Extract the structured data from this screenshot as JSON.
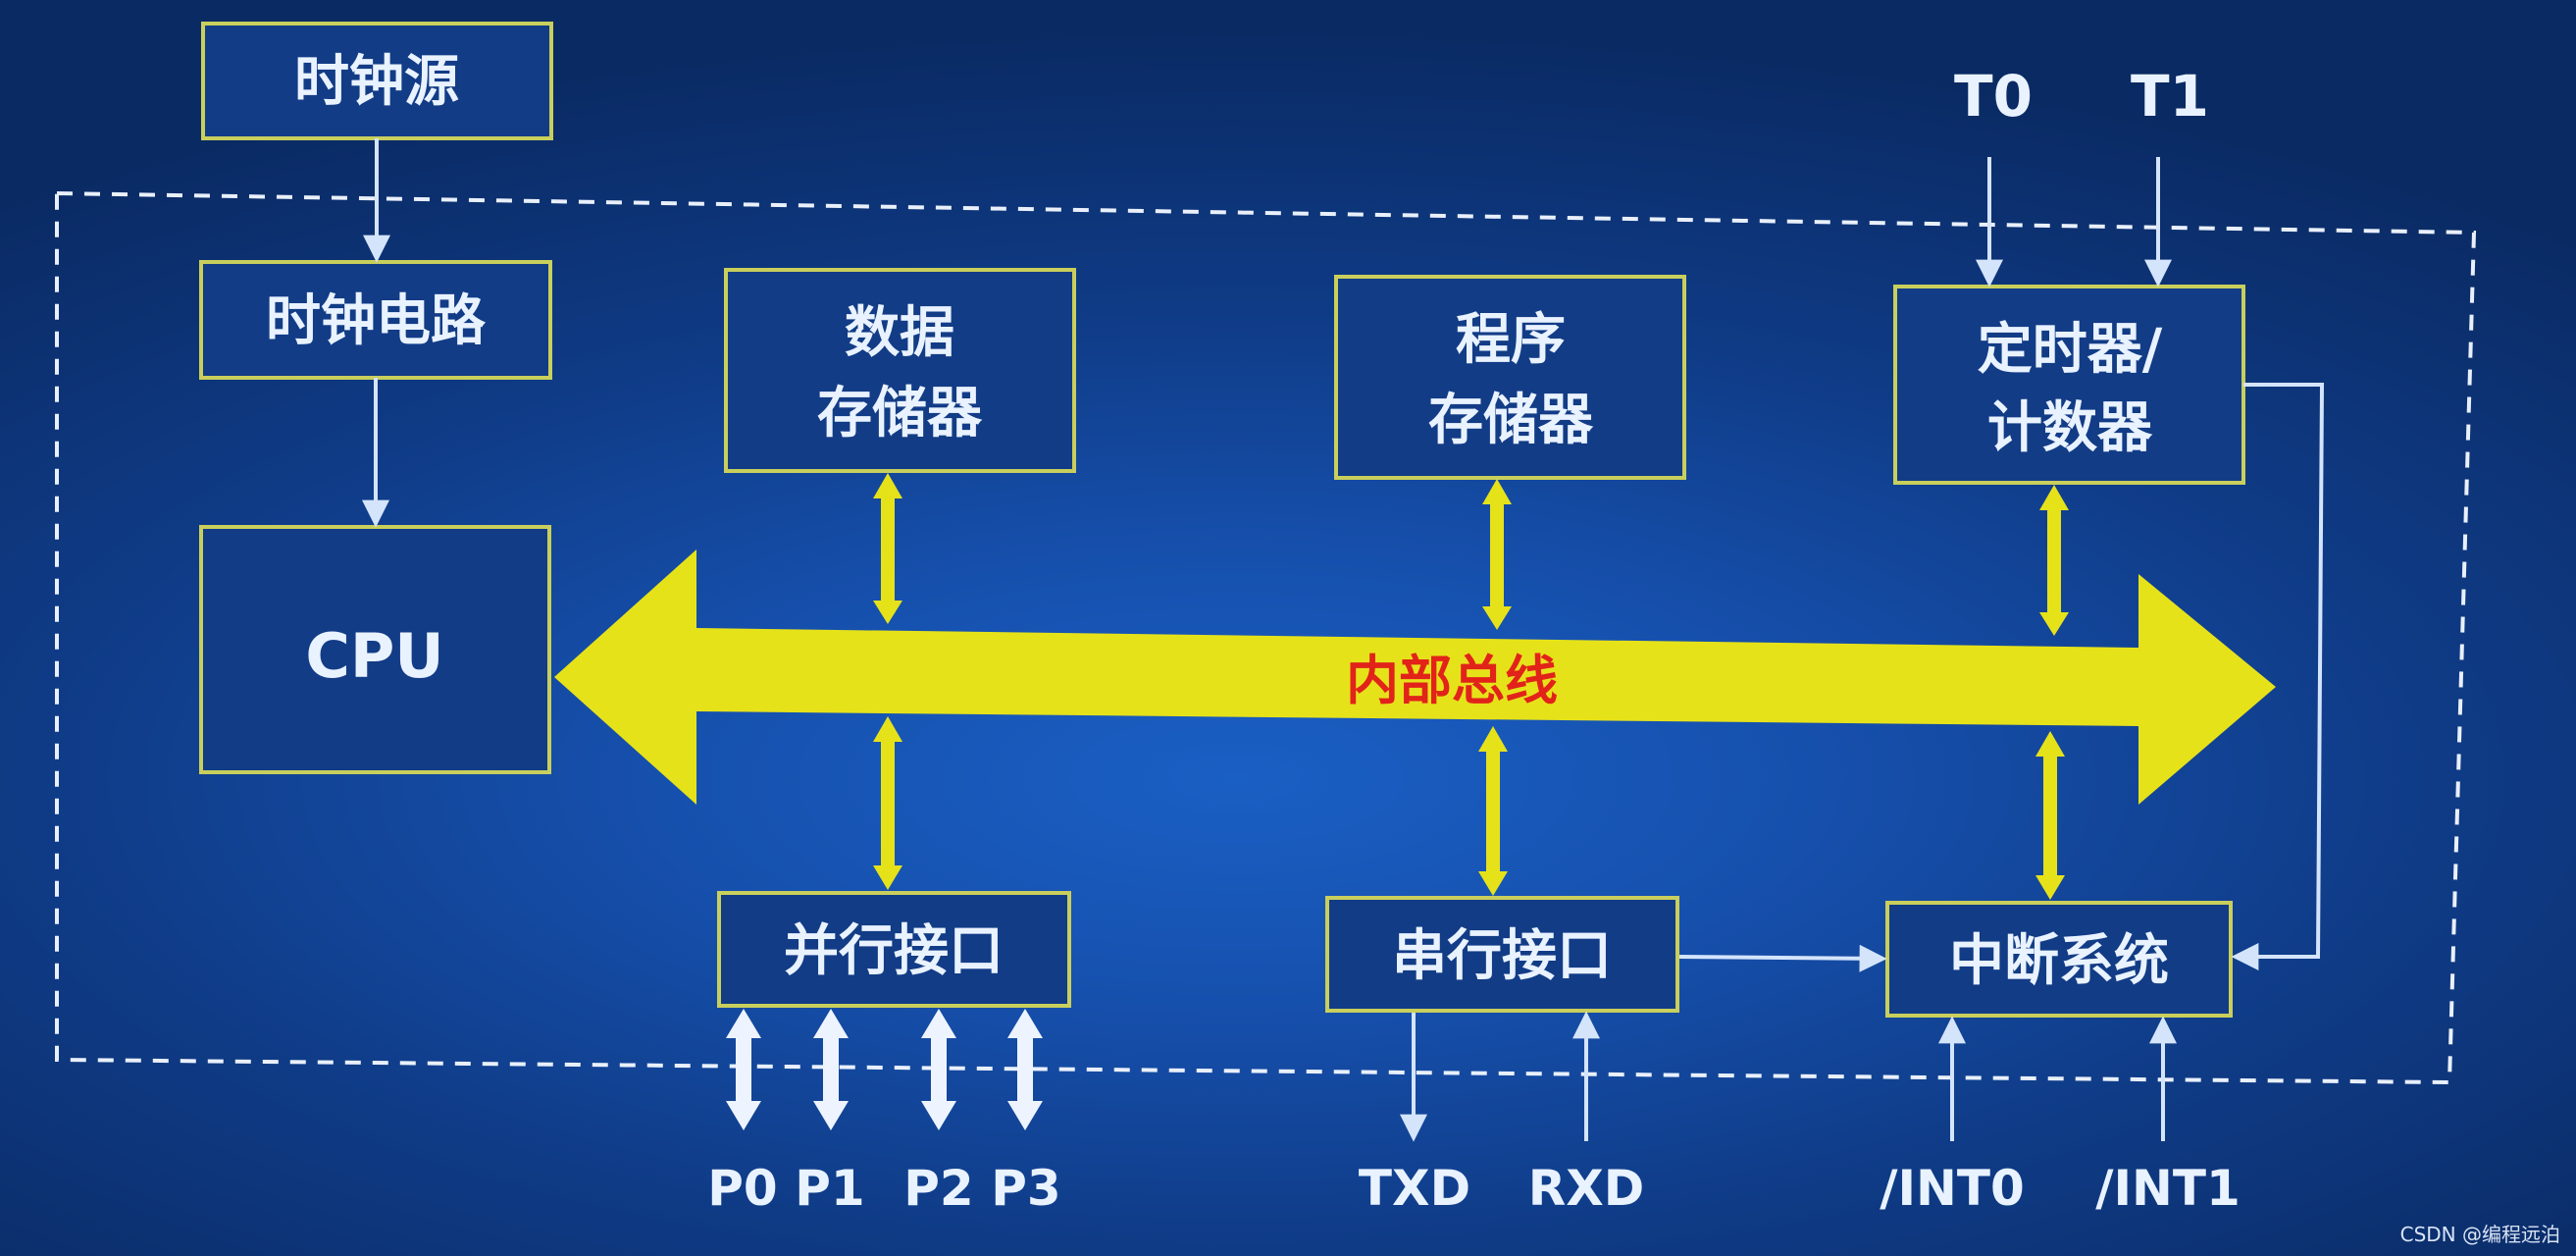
{
  "labels": {
    "clock_source": "时钟源",
    "clock_circuit": "时钟电路",
    "cpu": "CPU",
    "data_memory": [
      "数据",
      "存储器"
    ],
    "program_memory": [
      "程序",
      "存储器"
    ],
    "timer_counter": [
      "定时器/",
      "计数器"
    ],
    "internal_bus": "内部总线",
    "parallel_port": "并行接口",
    "serial_port": "串行接口",
    "interrupt_system": "中断系统",
    "t0": "T0",
    "t1": "T1",
    "p0": "P0",
    "p1": "P1",
    "p2": "P2",
    "p3": "P3",
    "txd": "TXD",
    "rxd": "RXD",
    "int0": "/INT0",
    "int1": "/INT1"
  },
  "watermark": "CSDN @编程远泊",
  "colors": {
    "bus": "#e6e21a",
    "bus_label": "#e2231a",
    "box_border": "#c9cf5c",
    "text": "#e9f2ff",
    "arrow": "#eef4ff"
  }
}
